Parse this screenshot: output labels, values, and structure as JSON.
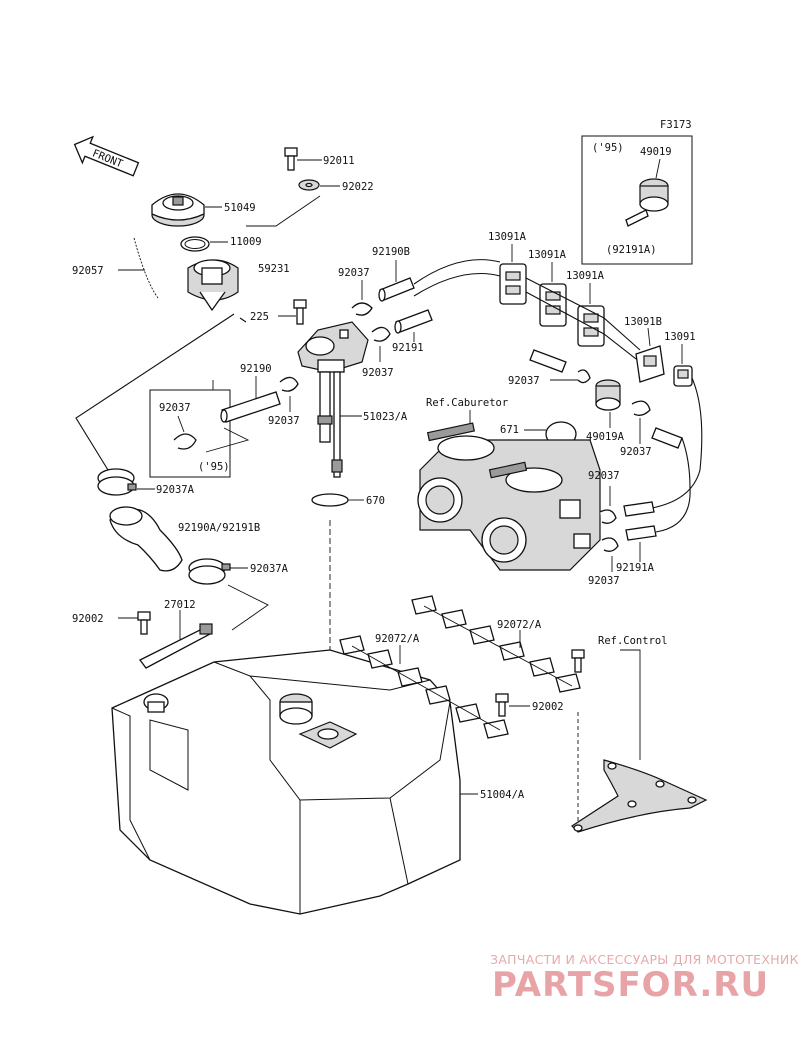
{
  "figure_code": "F3173",
  "front_label": "FRONT",
  "labels": {
    "p92011": "92011",
    "p92022": "92022",
    "p51049": "51049",
    "p11009": "11009",
    "p92057": "92057",
    "p59231": "59231",
    "p225": "225",
    "p92037_top": "92037",
    "p92190B": "92190B",
    "p92191": "92191",
    "p92037_mid": "92037",
    "p92190": "92190",
    "p92037_left": "92037",
    "p51023A": "51023/A",
    "p92037_box": "92037",
    "p95_box_left": "('95)",
    "p92037A_top": "92037A",
    "p670": "670",
    "p92190A_92191B": "92190A/92191B",
    "p92037A_bottom": "92037A",
    "p92002_left": "92002",
    "p27012": "27012",
    "p13091A_1": "13091A",
    "p13091A_2": "13091A",
    "p13091A_3": "13091A",
    "p13091B": "13091B",
    "p13091": "13091",
    "p95_box_right": "('95)",
    "p49019": "49019",
    "p92191A_box": "(92191A)",
    "p92037_right": "92037",
    "p49019A": "49019A",
    "p92037_r2": "92037",
    "p671": "671",
    "p92037_r3": "92037",
    "p92191A": "92191A",
    "p92037_r4": "92037",
    "p92072A_left": "92072/A",
    "p92072A_right": "92072/A",
    "p92002_right": "92002",
    "p51004A": "51004/A"
  },
  "refs": {
    "carburetor": "Ref.Caburetor",
    "control": "Ref.Control"
  },
  "watermark": {
    "top_line": "ЗАПЧАСТИ И АКСЕССУАРЫ ДЛЯ МОТОТЕХНИКИ",
    "brand": "PARTSFOR.RU"
  }
}
